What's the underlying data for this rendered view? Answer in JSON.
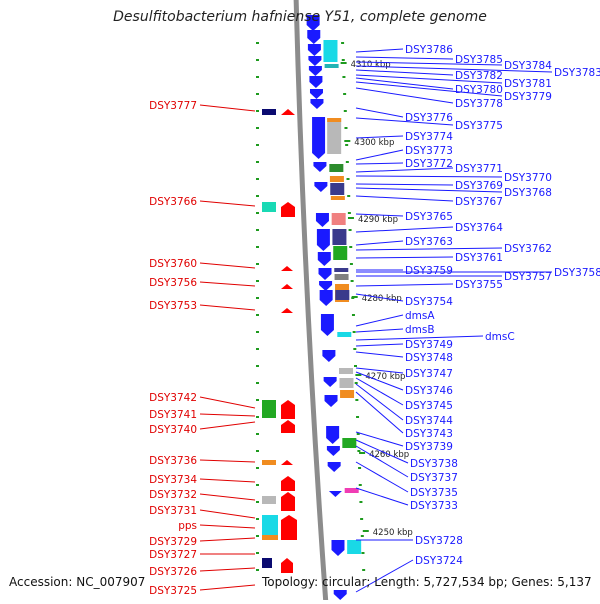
{
  "title": "Desulfitobacterium hafniense Y51, complete genome",
  "footer": {
    "accession": "Accession: NC_007907",
    "topology": "Topology: circular; Length: 5,727,534 bp; Genes: 5,137"
  },
  "ticks": [
    "4310 kbp",
    "4300 kbp",
    "4290 kbp",
    "4280 kbp",
    "4270 kbp",
    "4260 kbp",
    "4250 kbp"
  ],
  "left_labels": [
    "DSY3777",
    "DSY3766",
    "DSY3760",
    "DSY3756",
    "DSY3753",
    "DSY3742",
    "DSY3741",
    "DSY3740",
    "DSY3736",
    "DSY3734",
    "DSY3732",
    "DSY3731",
    "pps",
    "DSY3729",
    "DSY3727",
    "DSY3726",
    "DSY3725"
  ],
  "right_labels": [
    "DSY3786",
    "DSY3785",
    "DSY3784",
    "DSY3783",
    "DSY3782",
    "DSY3781",
    "DSY3780",
    "DSY3779",
    "DSY3778",
    "DSY3776",
    "DSY3775",
    "DSY3774",
    "DSY3773",
    "DSY3772",
    "DSY3771",
    "DSY3770",
    "DSY3769",
    "DSY3768",
    "DSY3767",
    "DSY3765",
    "DSY3764",
    "DSY3763",
    "DSY3762",
    "DSY3761",
    "DSY3759",
    "DSY3758",
    "DSY3757",
    "DSY3755",
    "DSY3754",
    "dmsA",
    "dmsB",
    "dmsC",
    "DSY3749",
    "DSY3748",
    "DSY3747",
    "DSY3746",
    "DSY3745",
    "DSY3744",
    "DSY3743",
    "DSY3739",
    "DSY3738",
    "DSY3737",
    "DSY3735",
    "DSY3733",
    "DSY3728",
    "DSY3724"
  ],
  "colors": {
    "left_label": "#e00000",
    "right_label": "#1a1aff",
    "backbone": "#8c8c8c",
    "minus_strand": "#ff0000",
    "plus_strand": "#1a1aff",
    "marker": "#1e9a1e"
  }
}
